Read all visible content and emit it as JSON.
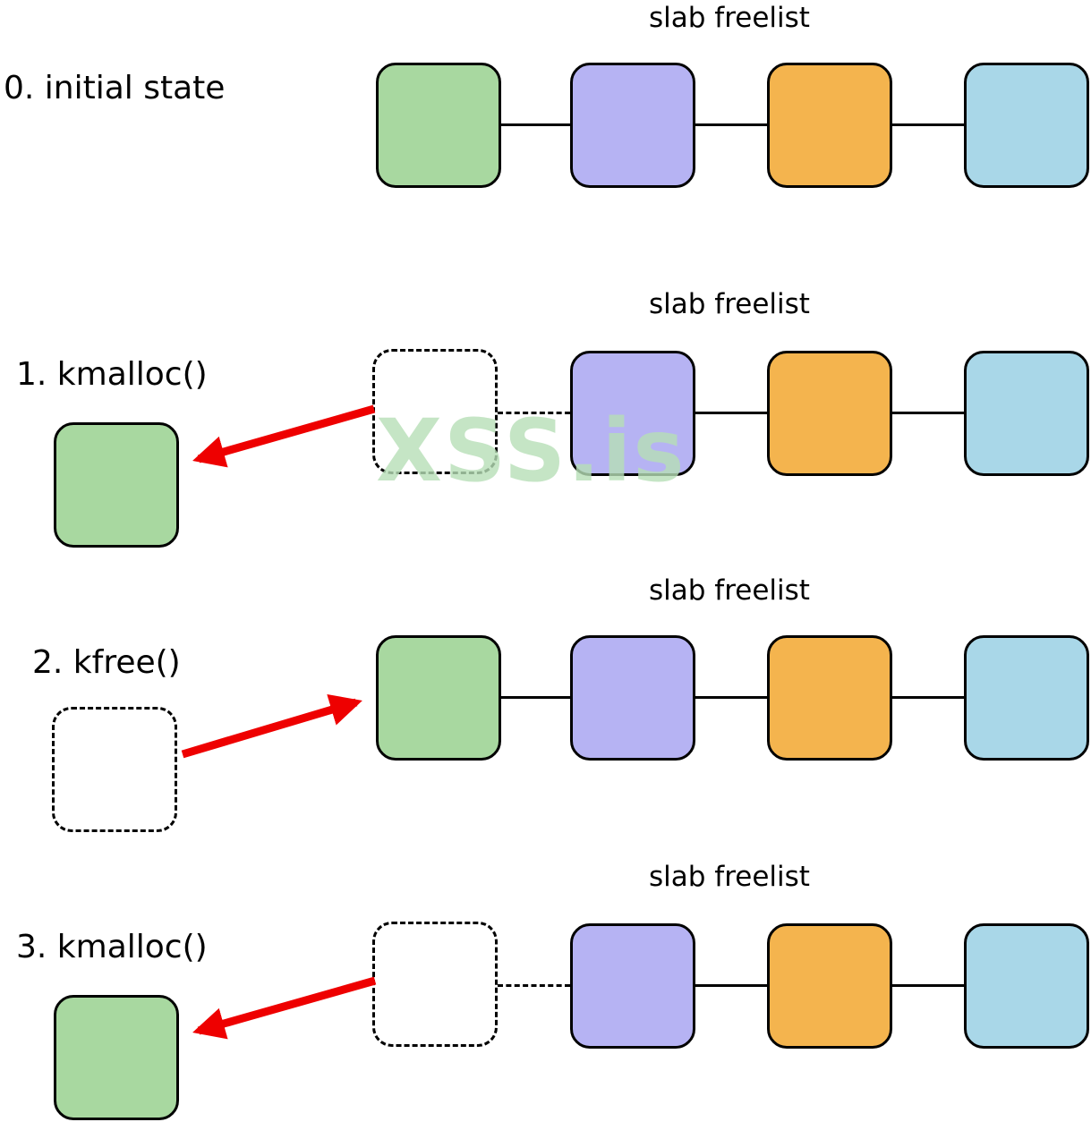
{
  "colors": {
    "green": "#a8d8a0",
    "purple": "#b6b3f3",
    "orange": "#f4b44e",
    "blue": "#a9d7e8",
    "arrow": "#ee0000",
    "watermark": "#b7dfb7",
    "line": "#000000"
  },
  "watermark": {
    "text": "XSS.is"
  },
  "rows": [
    {
      "label": "0. initial state",
      "title": "slab freelist"
    },
    {
      "label": "1. kmalloc()",
      "title": "slab freelist"
    },
    {
      "label": "2. kfree()",
      "title": "slab freelist"
    },
    {
      "label": "3. kmalloc()",
      "title": "slab freelist"
    }
  ],
  "diagram": {
    "row0_freelist": [
      "green",
      "purple",
      "orange",
      "blue"
    ],
    "row1_freelist": [
      "empty",
      "purple",
      "orange",
      "blue"
    ],
    "row1_allocated_object": "green",
    "row2_freelist": [
      "green",
      "purple",
      "orange",
      "blue"
    ],
    "row2_freed_source": "empty",
    "row3_freelist": [
      "empty",
      "purple",
      "orange",
      "blue"
    ],
    "row3_allocated_object": "green"
  }
}
